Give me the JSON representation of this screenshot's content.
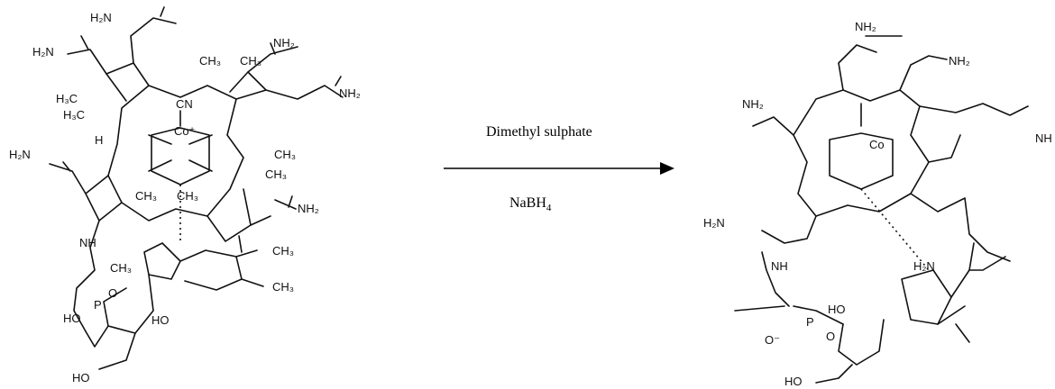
{
  "reaction": {
    "reagent_top": "Dimethyl sulphate",
    "reagent_bottom_main": "NaBH",
    "reagent_bottom_sub": "4"
  },
  "reactant": {
    "labels": {
      "nh2_top": "H₂N",
      "nh2_left": "H₂N",
      "nh2_right": "NH₂",
      "nh2_ring_right": "NH₂",
      "nh2_left_mid": "H₂N",
      "nh2_low_right": "NH₂",
      "h3c_a": "H₃C",
      "h3c_b": "H₃C",
      "ch3_top1": "CH₃",
      "ch3_top2": "CH₃",
      "ch3_r1": "CH₃",
      "ch3_r2": "CH₃",
      "ch3_b1": "CH₃",
      "ch3_b2": "CH₃",
      "ch3_side": "CH₃",
      "ch3_benz1": "CH₃",
      "ch3_benz2": "CH₃",
      "cn": "CN",
      "co": "Co⁺",
      "h": "H",
      "nh": "NH",
      "ho1": "HO",
      "ho2": "HO",
      "ho3": "HO",
      "p": "P",
      "o": "O"
    }
  },
  "product": {
    "labels": {
      "nh2_top": "NH₂",
      "nh2_topright": "NH₂",
      "nh2_left": "NH₂",
      "nh_right": "NH",
      "h2n_left": "H₂N",
      "h2n_mid": "H₂N",
      "co": "Co",
      "nh": "NH",
      "ho1": "HO",
      "ho2": "HO",
      "p": "P",
      "o": "O",
      "o_minus": "O⁻"
    }
  }
}
